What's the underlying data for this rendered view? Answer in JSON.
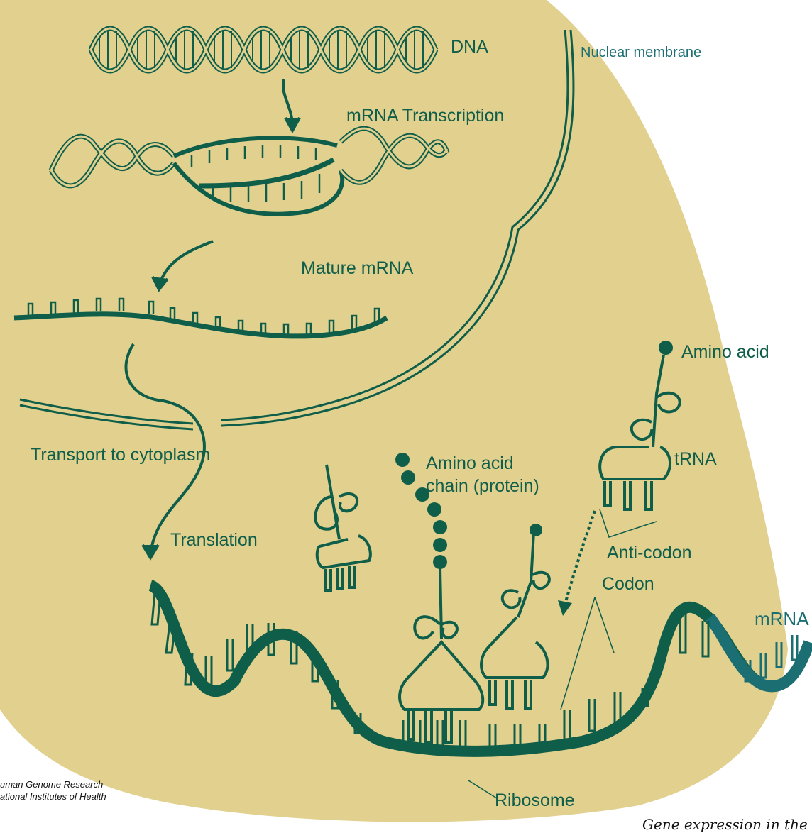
{
  "colors": {
    "cell": "#e2d08f",
    "ink": "#0f5e4a",
    "teal": "#1b6f73",
    "background": "#ffffff"
  },
  "labels": {
    "dna": "DNA",
    "nuclear_membrane": "Nuclear membrane",
    "transcription": "mRNA Transcription",
    "mature_mrna": "Mature mRNA",
    "transport": "Transport to cytoplasm",
    "translation": "Translation",
    "amino_acid": "Amino acid",
    "amino_chain_line1": "Amino acid",
    "amino_chain_line2": "chain (protein)",
    "trna": "tRNA",
    "anticodon": "Anti-codon",
    "codon": "Codon",
    "mrna": "mRNA",
    "ribosome": "Ribosome"
  },
  "credit": {
    "line1": "uman Genome Research",
    "line2": "ational Institutes of Health"
  },
  "footer_fragment": "Gene expression in the cyt"
}
